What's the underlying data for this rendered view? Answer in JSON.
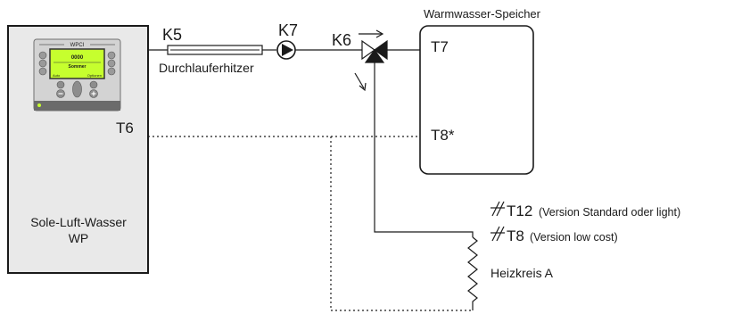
{
  "diagram": {
    "heat_pump": {
      "label_line1": "Sole-Luft-Wasser",
      "label_line2": "WP",
      "controller_brand": "WPCI",
      "display_top": "0000",
      "display_mid": "Sommer",
      "display_left": "Auto",
      "display_right": "Optionen"
    },
    "heater": {
      "code": "K5",
      "name": "Durchlauferhitzer"
    },
    "pump": {
      "code": "K7"
    },
    "valve": {
      "code": "K6"
    },
    "tank": {
      "title": "Warmwasser-Speicher",
      "sensor_top": "T7",
      "sensor_bottom": "T8*"
    },
    "sensor_t6": {
      "label": "T6"
    },
    "circuit": {
      "name": "Heizkreis A"
    },
    "sensor_options": [
      {
        "sensor": "T12",
        "note": "(Version Standard oder light)"
      },
      {
        "sensor": "T8",
        "note": "(Version low cost)"
      }
    ],
    "colors": {
      "heat_pump_fill": "#e9e9e9",
      "controller_fill": "#d3d3d3",
      "display": "#c6ff2e",
      "line": "#1a1a1a"
    }
  }
}
